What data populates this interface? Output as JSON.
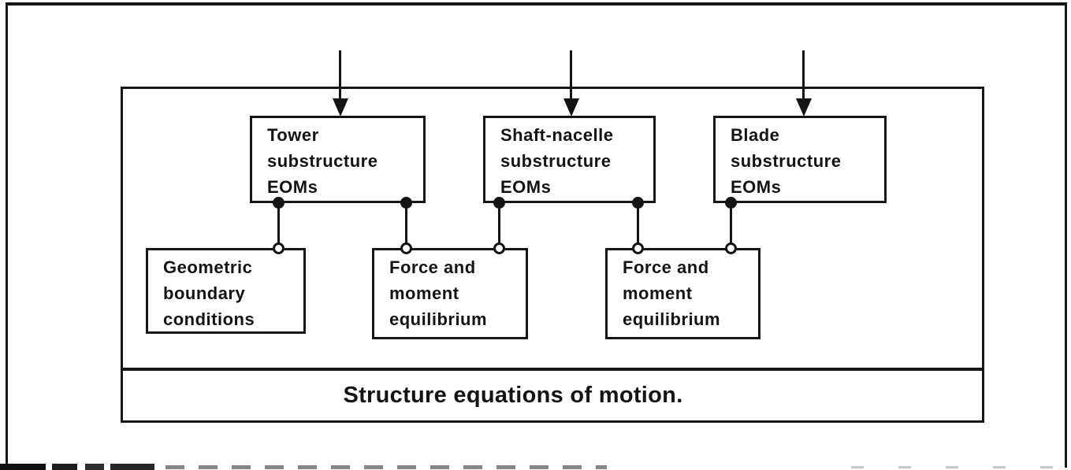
{
  "figure": {
    "top_boxes": [
      {
        "lines": [
          "Tower",
          "substructure",
          "EOMs"
        ]
      },
      {
        "lines": [
          "Shaft-nacelle",
          "substructure",
          "EOMs"
        ]
      },
      {
        "lines": [
          "Blade",
          "substructure",
          "EOMs"
        ]
      }
    ],
    "bottom_boxes": [
      {
        "lines": [
          "Geometric",
          "boundary",
          "conditions"
        ]
      },
      {
        "lines": [
          "Force and",
          "moment",
          "equilibrium"
        ]
      },
      {
        "lines": [
          "Force and",
          "moment",
          "equilibrium"
        ]
      }
    ],
    "footer_label": "Structure equations of motion.",
    "arrows": [
      {
        "icon": "down-arrow-icon",
        "points_to": "Tower substructure EOMs"
      },
      {
        "icon": "down-arrow-icon",
        "points_to": "Shaft-nacelle substructure EOMs"
      },
      {
        "icon": "down-arrow-icon",
        "points_to": "Blade substructure EOMs"
      }
    ],
    "connections": [
      {
        "from": "Tower substructure EOMs",
        "to": "Geometric boundary conditions"
      },
      {
        "from": "Tower substructure EOMs",
        "to": "Force and moment equilibrium (left)"
      },
      {
        "from": "Shaft-nacelle substructure EOMs",
        "to": "Force and moment equilibrium (left)"
      },
      {
        "from": "Shaft-nacelle substructure EOMs",
        "to": "Force and moment equilibrium (right)"
      },
      {
        "from": "Blade substructure EOMs",
        "to": "Force and moment equilibrium (right)"
      }
    ],
    "colors": {
      "ink": "#141414",
      "paper": "#ffffff"
    }
  }
}
